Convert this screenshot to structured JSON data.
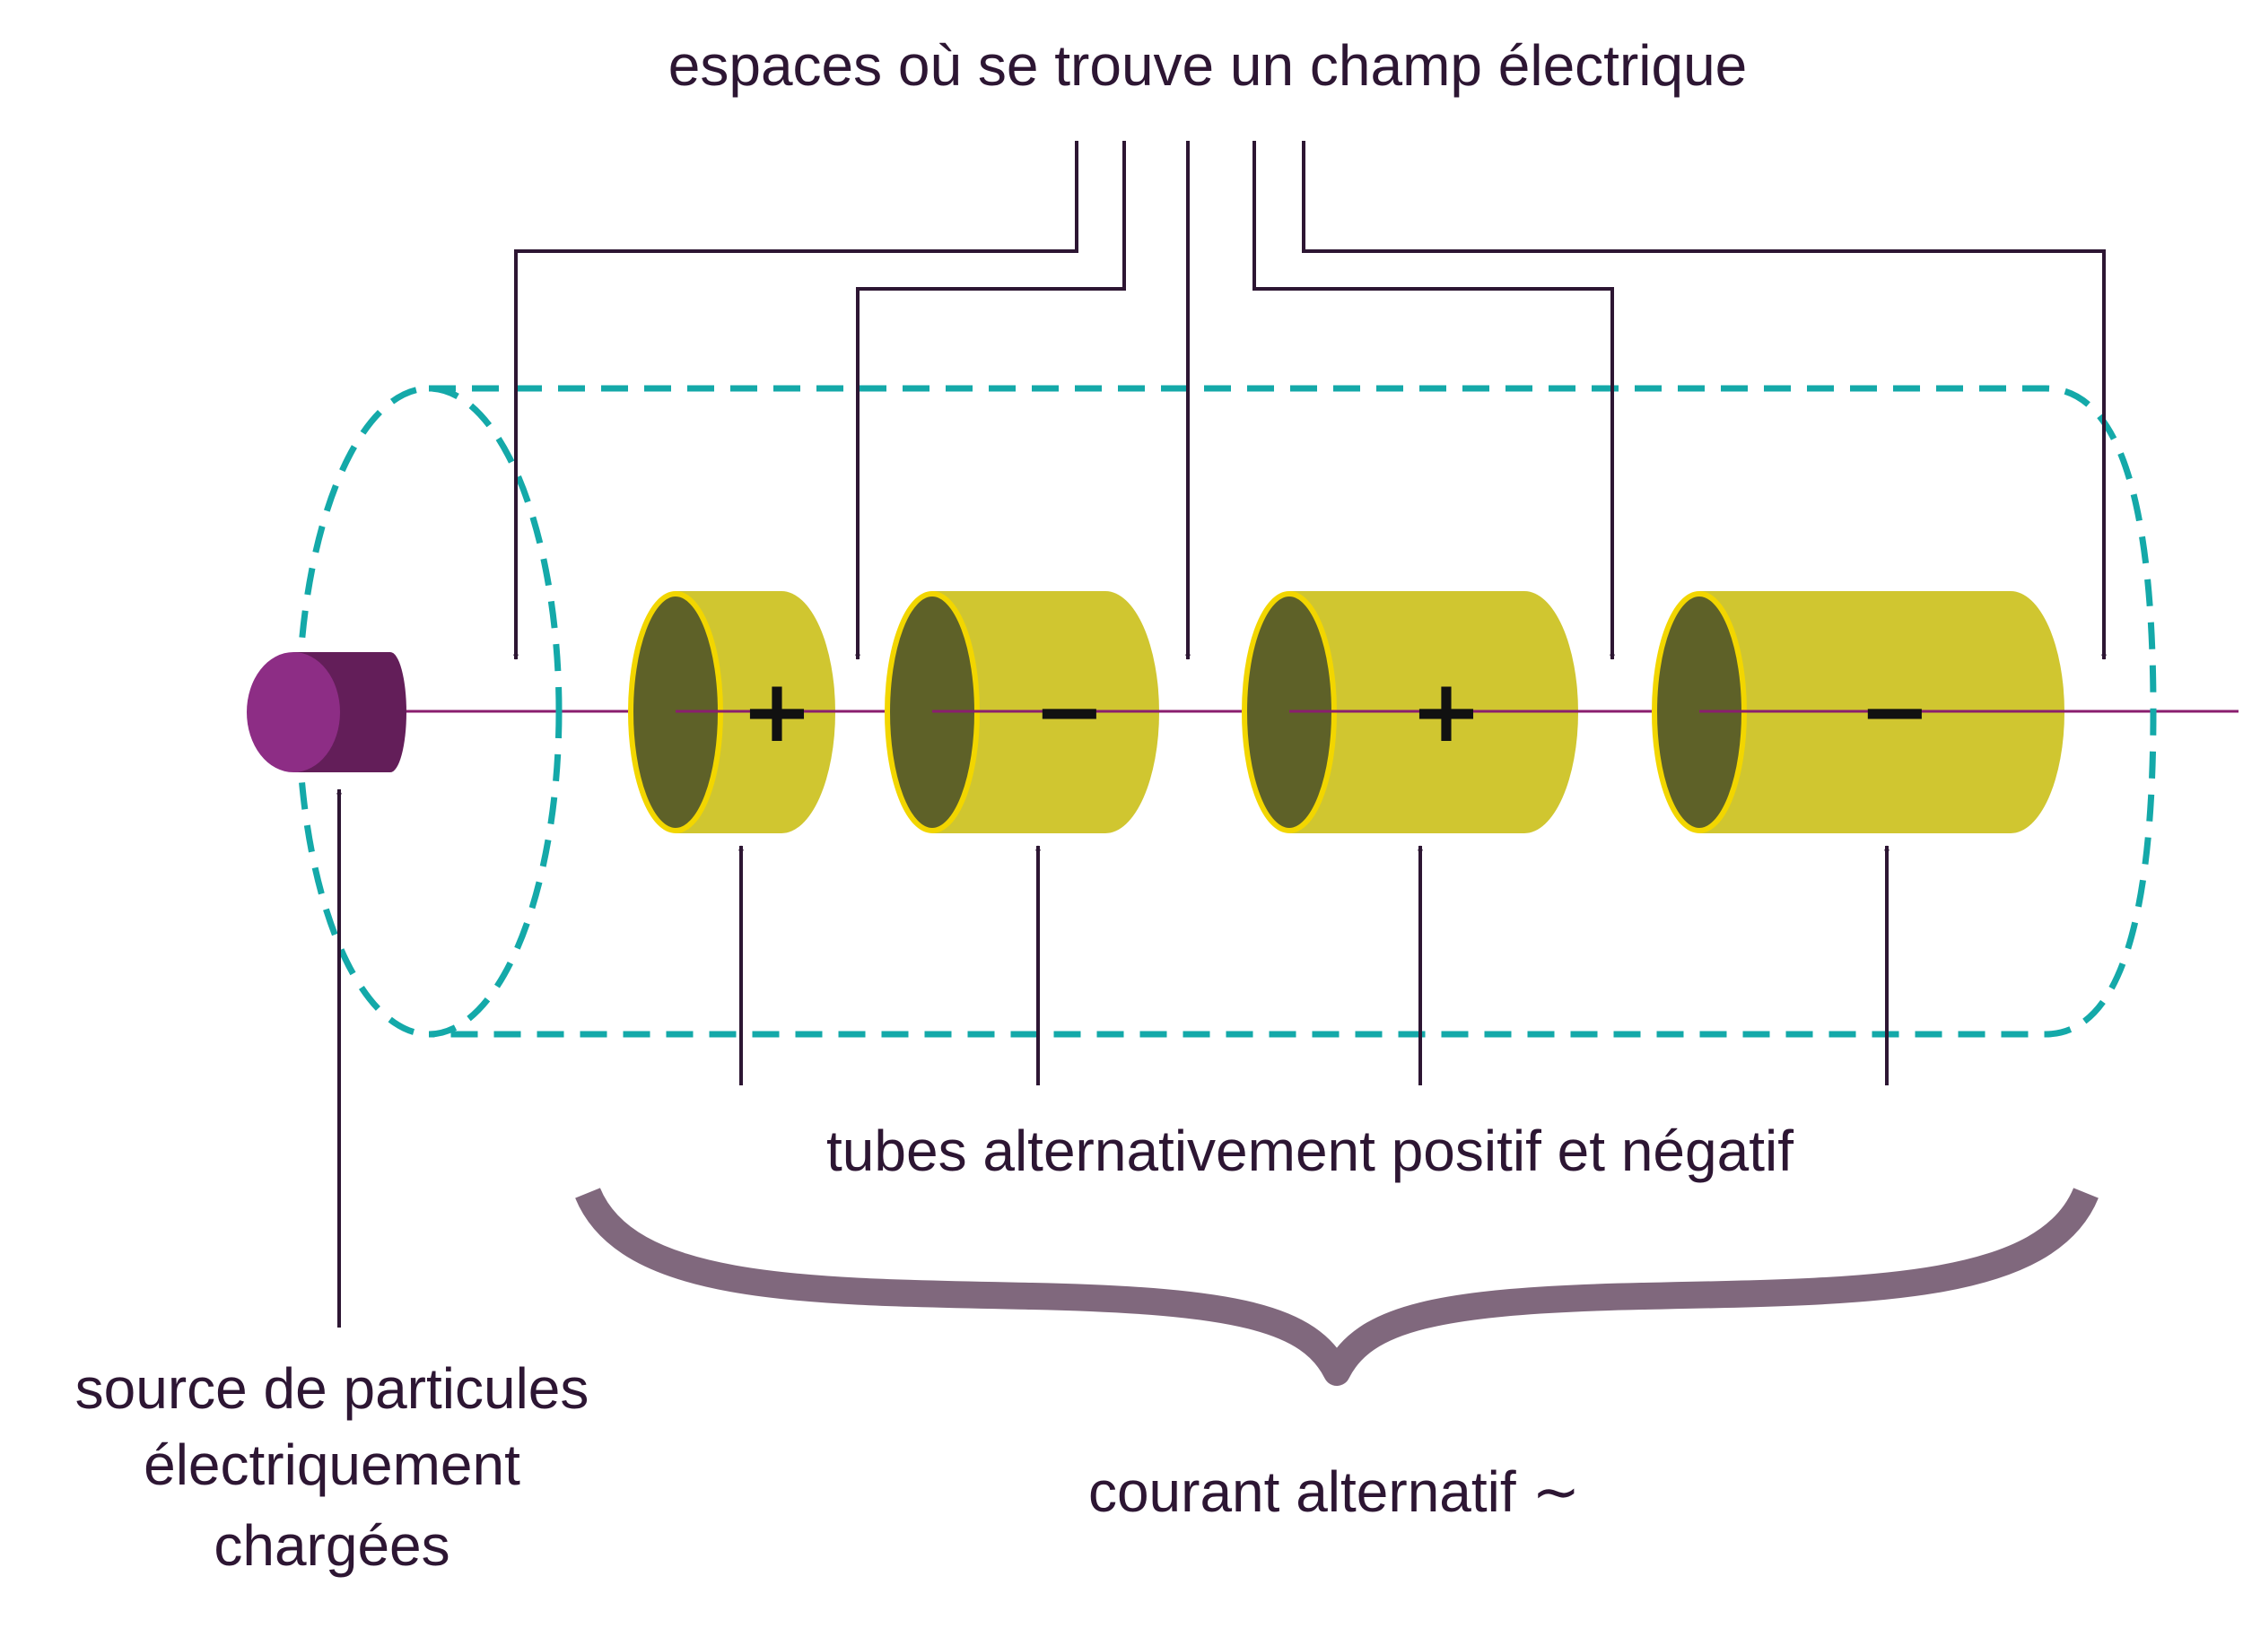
{
  "labels": {
    "field_gaps": "espaces où se trouve un champ électrique",
    "tubes": "tubes alternativement positif et négatif",
    "source_line1": "source de particules",
    "source_line2": "électriquement",
    "source_line3": "chargées",
    "current": "courant alternatif ∼"
  },
  "tubes": [
    {
      "sign": "+"
    },
    {
      "sign": "−"
    },
    {
      "sign": "+"
    },
    {
      "sign": "−"
    }
  ],
  "colors": {
    "ink": "#2d1633",
    "tube_body": "#d0c630",
    "tube_face": "#5e6128",
    "tube_rim": "#f2d600",
    "enclosure": "#14a9a9",
    "beam": "#8a1e6e",
    "source_body": "#631e59",
    "source_face": "#8d2d85",
    "brace": "#80687d"
  }
}
